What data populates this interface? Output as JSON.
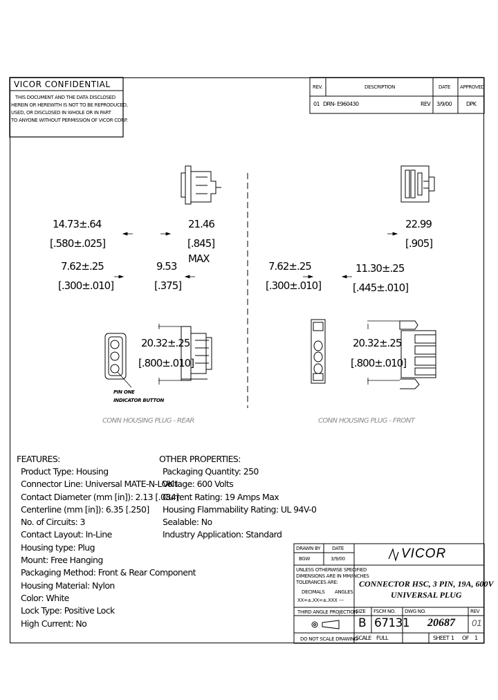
{
  "confidential": {
    "title": "VICOR   CONFIDENTIAL",
    "lines": [
      "THIS DOCUMENT AND THE DATA DISCLOSED",
      "HEREIN OR HEREWITH IS NOT TO BE REPRODUCED,",
      "USED, OR DISCLOSED IN WHOLE OR IN PART",
      "TO ANYONE WITHOUT PERMISSION OF VICOR CORP."
    ]
  },
  "revision_block": {
    "headers": {
      "rev": "REV.",
      "description": "DESCRIPTION",
      "date": "DATE",
      "approved": "APPROVED"
    },
    "row": {
      "rev": "01",
      "description": "DRN- E960430",
      "rev_label": "REV",
      "date": "3/9/00",
      "approved": "DPK"
    }
  },
  "dimensions": {
    "d1_top": "14.73±.64",
    "d1_bottom": "[.580±.025]",
    "d2_top": "21.46",
    "d2_bottom": "[.845]",
    "d2_max": "MAX",
    "d3_top": "22.99",
    "d3_bottom": "[.905]",
    "d4_top": "7.62±.25",
    "d4_bottom": "[.300±.010]",
    "d5_top": "9.53",
    "d5_bottom": "[.375]",
    "d6_top": "7.62±.25",
    "d6_bottom": "[.300±.010]",
    "d7_top": "11.30±.25",
    "d7_bottom": "[.445±.010]",
    "d8_top": "20.32±.25",
    "d8_bottom": "[.800±.010]",
    "d9_top": "20.32±.25",
    "d9_bottom": "[.800±.010]"
  },
  "callouts": {
    "pin_one_1": "PIN ONE",
    "pin_one_2": "INDICATOR BUTTON",
    "view_rear": "CONN HOUSING PLUG - REAR",
    "view_front": "CONN HOUSING PLUG - FRONT"
  },
  "features": {
    "heading": "FEATURES:",
    "items": [
      "Product Type: Housing",
      "Connector Line: Universal MATE-N-LOK I.",
      "Contact Diameter (mm [in]): 2.13 [.084]",
      "Centerline (mm [in]): 6.35 [.250]",
      "No. of Circuits: 3",
      "Contact Layout: In-Line",
      "Housing type: Plug",
      "Mount: Free Hanging",
      "Packaging Method: Front & Rear Component",
      "Housing Material: Nylon",
      "Color: White",
      "Lock Type: Positive Lock",
      "High Current: No"
    ]
  },
  "other_properties": {
    "heading": "OTHER PROPERTIES:",
    "items": [
      "Packaging Quantity: 250",
      "Voltage: 600 Volts",
      "Current Rating: 19 Amps Max",
      "Housing Flammability Rating: UL 94V-0",
      "Sealable: No",
      "Industry Application: Standard"
    ]
  },
  "title_block": {
    "drawn_by_label": "DRAWN BY",
    "date_label": "DATE",
    "drawn_by": "BGW",
    "date": "3/9/00",
    "logo": "VICOR",
    "tolerance_lines": [
      "UNLESS OTHERWISE SPECIFIED",
      "DIMENSIONS ARE IN MM/INCHES",
      "TOLERANCES ARE:"
    ],
    "decimals_label": "DECIMALS",
    "angles_label": "ANGLES",
    "decimals_value": "XX=±.XX=±.XXX",
    "angles_value": "---",
    "title_line1": "CONNECTOR HSC, 3 PIN, 19A, 600V",
    "title_line2": "UNIVERSAL PLUG",
    "projection_label": "THIRD ANGLE PROJECTION",
    "size_label": "SIZE",
    "fscm_label": "FSCM NO.",
    "dwg_label": "DWG NO.",
    "rev_label": "REV",
    "size": "B",
    "fscm": "67131",
    "dwg": "20687",
    "rev": "01",
    "do_not_scale": "DO NOT SCALE DRAWING",
    "scale_label": "SCALE",
    "scale": "FULL",
    "sheet_label": "SHEET",
    "sheet": "1",
    "of_label": "OF",
    "of": "1"
  }
}
